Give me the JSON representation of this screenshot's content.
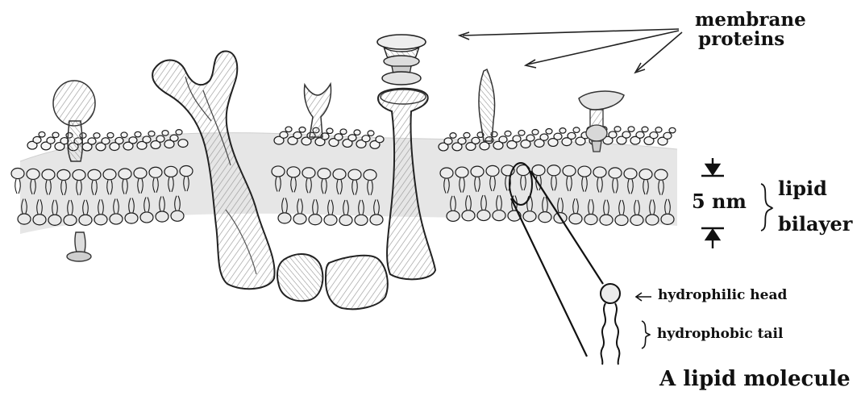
{
  "labels": {
    "membrane_proteins_line1": "membrane",
    "membrane_proteins_line2": "proteins",
    "thickness": "5 nm",
    "bilayer_line1": "lipid",
    "bilayer_line2": "bilayer",
    "head": "hydrophilic head",
    "tail": "hydrophobic tail",
    "caption": "A lipid molecule"
  },
  "colors": {
    "ink": "#1a1a1a",
    "shade": "#d9d9d9",
    "background": "#ffffff"
  }
}
